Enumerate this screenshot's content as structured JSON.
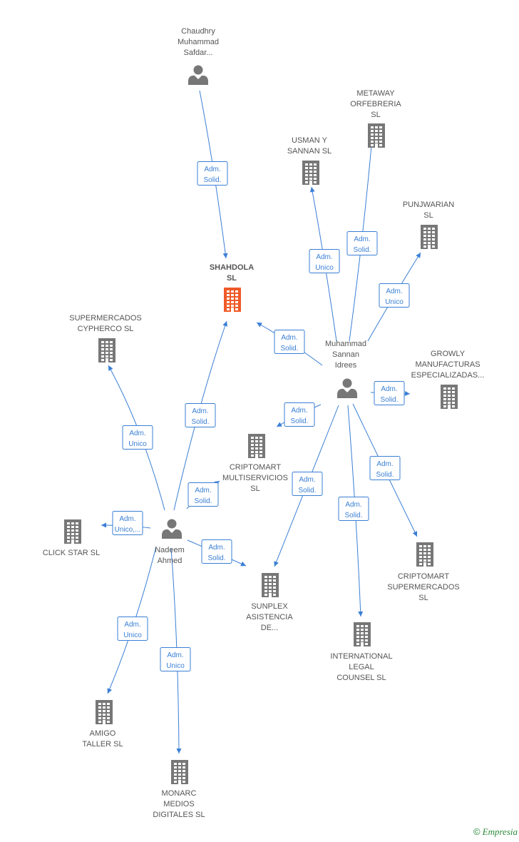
{
  "colors": {
    "edge": "#3a7fd5",
    "node": "#777777",
    "focus_node": "#f05a28",
    "label": "#555555"
  },
  "nodes": [
    {
      "id": "chaudhry",
      "type": "person",
      "label": [
        "Chaudhry",
        "Muhammad",
        "Safdar..."
      ]
    },
    {
      "id": "metaway",
      "type": "company",
      "label": [
        "METAWAY",
        "ORFEBRERIA",
        "SL"
      ]
    },
    {
      "id": "usman",
      "type": "company",
      "label": [
        "USMAN Y",
        "SANNAN  SL"
      ]
    },
    {
      "id": "punjwarian",
      "type": "company",
      "label": [
        "PUNJWARIAN",
        "SL"
      ]
    },
    {
      "id": "shahdola",
      "type": "company",
      "focus": true,
      "label": [
        "SHAHDOLA",
        "SL"
      ]
    },
    {
      "id": "supercypherco",
      "type": "company",
      "label": [
        "SUPERMERCADOS",
        "CYPHERCO  SL"
      ]
    },
    {
      "id": "muhammad",
      "type": "person",
      "label": [
        "Muhammad",
        "Sannan",
        "Idrees"
      ]
    },
    {
      "id": "growly",
      "type": "company",
      "label": [
        "GROWLY",
        "MANUFACTURAS",
        "ESPECIALIZADAS..."
      ]
    },
    {
      "id": "criptomult",
      "type": "company",
      "label": [
        "CRIPTOMART",
        "MULTISERVICIOS",
        "SL"
      ]
    },
    {
      "id": "clickstar",
      "type": "company",
      "label": [
        "CLICK STAR SL"
      ]
    },
    {
      "id": "nadeem",
      "type": "person",
      "label": [
        "Nadeem",
        "Ahmed"
      ]
    },
    {
      "id": "sunplex",
      "type": "company",
      "label": [
        "SUNPLEX",
        "ASISTENCIA",
        "DE..."
      ]
    },
    {
      "id": "criptosuper",
      "type": "company",
      "label": [
        "CRIPTOMART",
        "SUPERMERCADOS",
        "SL"
      ]
    },
    {
      "id": "international",
      "type": "company",
      "label": [
        "INTERNATIONAL",
        "LEGAL",
        "COUNSEL  SL"
      ]
    },
    {
      "id": "amigo",
      "type": "company",
      "label": [
        "AMIGO",
        "TALLER  SL"
      ]
    },
    {
      "id": "monarc",
      "type": "company",
      "label": [
        "MONARC",
        "MEDIOS",
        "DIGITALES  SL"
      ]
    }
  ],
  "edges": [
    {
      "from": "chaudhry",
      "to": "shahdola",
      "label": [
        "Adm.",
        "Solid."
      ]
    },
    {
      "from": "muhammad",
      "to": "usman",
      "label": [
        "Adm.",
        "Unico"
      ]
    },
    {
      "from": "muhammad",
      "to": "metaway",
      "label": [
        "Adm.",
        "Solid."
      ]
    },
    {
      "from": "muhammad",
      "to": "punjwarian",
      "label": [
        "Adm.",
        "Unico"
      ]
    },
    {
      "from": "muhammad",
      "to": "shahdola",
      "label": [
        "Adm.",
        "Solid."
      ]
    },
    {
      "from": "muhammad",
      "to": "growly",
      "label": [
        "Adm.",
        "Solid."
      ]
    },
    {
      "from": "muhammad",
      "to": "criptomult",
      "label": [
        "Adm.",
        "Solid."
      ]
    },
    {
      "from": "muhammad",
      "to": "sunplex",
      "label": [
        "Adm.",
        "Solid."
      ]
    },
    {
      "from": "muhammad",
      "to": "international",
      "label": [
        "Adm.",
        "Solid."
      ]
    },
    {
      "from": "muhammad",
      "to": "criptosuper",
      "label": [
        "Adm.",
        "Solid."
      ]
    },
    {
      "from": "nadeem",
      "to": "supercypherco",
      "label": [
        "Adm.",
        "Unico"
      ]
    },
    {
      "from": "nadeem",
      "to": "shahdola",
      "label": [
        "Adm.",
        "Solid."
      ]
    },
    {
      "from": "nadeem",
      "to": "criptomult",
      "label": [
        "Adm.",
        "Solid."
      ]
    },
    {
      "from": "nadeem",
      "to": "clickstar",
      "label": [
        "Adm.",
        "Unico,..."
      ]
    },
    {
      "from": "nadeem",
      "to": "sunplex",
      "label": [
        "Adm.",
        "Solid."
      ]
    },
    {
      "from": "nadeem",
      "to": "amigo",
      "label": [
        "Adm.",
        "Unico"
      ]
    },
    {
      "from": "nadeem",
      "to": "monarc",
      "label": [
        "Adm.",
        "Unico"
      ]
    }
  ],
  "watermark": {
    "symbol": "©",
    "brand": "Empresia"
  }
}
